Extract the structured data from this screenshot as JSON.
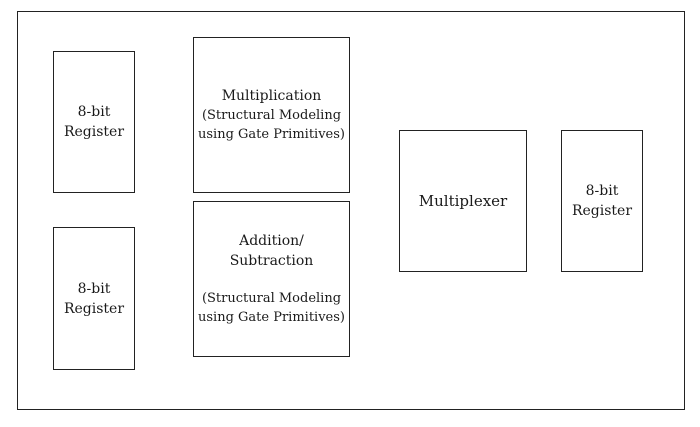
{
  "blocks": {
    "register_top_left": {
      "line1": "8-bit",
      "line2": "Register"
    },
    "register_bottom_left": {
      "line1": "8-bit",
      "line2": "Register"
    },
    "multiplication": {
      "title": "Multiplication",
      "sub1": "(Structural Modeling",
      "sub2": "using Gate Primitives)"
    },
    "addition_subtraction": {
      "title1": "Addition/",
      "title2": "Subtraction",
      "sub1": "(Structural Modeling",
      "sub2": "using Gate Primitives)"
    },
    "multiplexer": {
      "title": "Multiplexer"
    },
    "register_right": {
      "line1": "8-bit",
      "line2": "Register"
    }
  }
}
